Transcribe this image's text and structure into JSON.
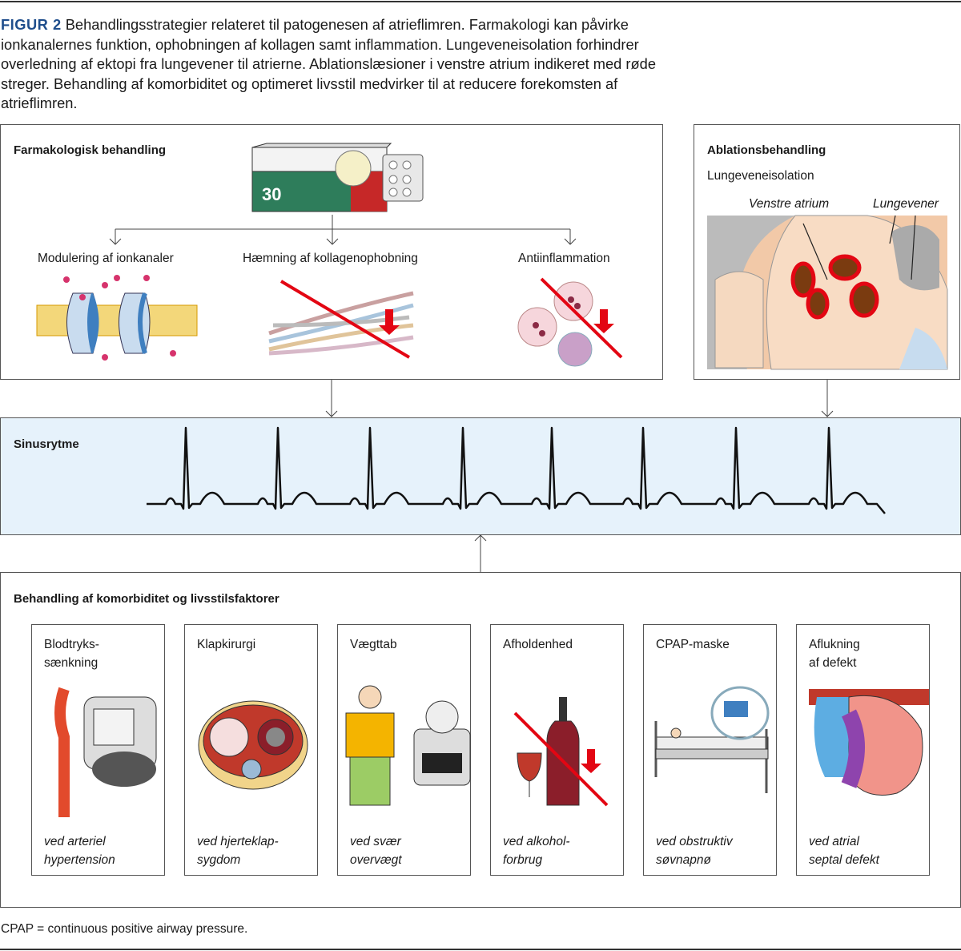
{
  "caption": {
    "figure_label": "FIGUR 2",
    "text": " Behandlingsstrategier relateret til patogenesen af atrieflimren. Farmakologi kan påvirke ionkanalernes funktion, ophobningen af kollagen samt inflammation. Lungeveneisolation forhindrer overledning af ektopi fra lungevener til atrierne. Ablationslæsioner i venstre atrium indikeret med røde streger. Behandling af komorbiditet og optimeret livsstil medvirker til at reducere forekomsten af atrieflimren."
  },
  "pharma": {
    "title": "Farmakologisk behandling",
    "pack_number": "30",
    "branches": [
      "Modulering af ionkanaler",
      "Hæmning af kollagenophobning",
      "Antiinflammation"
    ]
  },
  "ablation": {
    "title": "Ablationsbehandling",
    "subtitle": "Lungeveneisolation",
    "label_atrium": "Venstre atrium",
    "label_veins": "Lungevener"
  },
  "sinus": {
    "title": "Sinusrytme"
  },
  "lifestyle": {
    "title": "Behandling af komorbiditet og livsstilsfaktorer",
    "cards": [
      {
        "heading": "Blodtryks-\nsænkning",
        "condition": "ved arteriel\nhypertension",
        "icon": "blood-pressure-monitor"
      },
      {
        "heading": "Klapkirurgi",
        "condition": "ved hjerteklap-\nsygdom",
        "icon": "heart-valves"
      },
      {
        "heading": "Vægttab",
        "condition": "ved svær\novervægt",
        "icon": "scale-person"
      },
      {
        "heading": "Afholdenhed",
        "condition": "ved alkohol-\nforbrug",
        "icon": "wine-crossed"
      },
      {
        "heading": "CPAP-maske",
        "condition": "ved obstruktiv\nsøvnapnø",
        "icon": "cpap-bed"
      },
      {
        "heading": "Aflukning\naf defekt",
        "condition": "ved atrial\nseptal defekt",
        "icon": "heart-septal"
      }
    ]
  },
  "footnote": "CPAP = continuous positive airway pressure.",
  "colors": {
    "accent": "#1f4e8c",
    "sinus_bg": "#e6f2fb",
    "lesion": "#e30613"
  }
}
